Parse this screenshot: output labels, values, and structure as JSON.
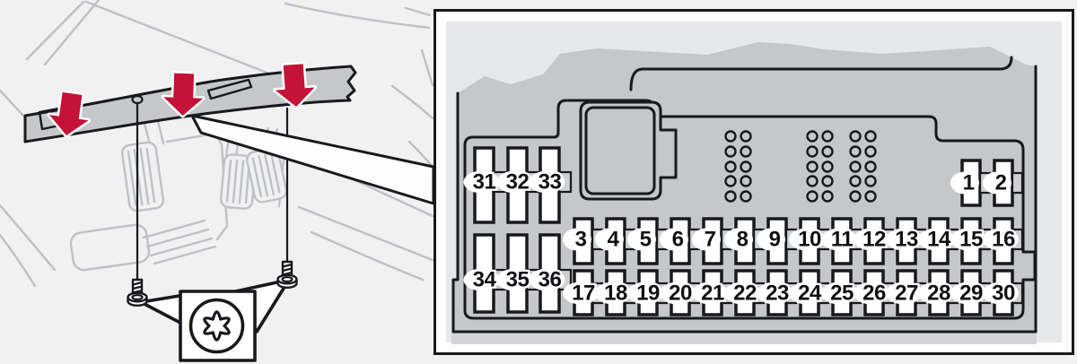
{
  "fusebox": {
    "side_top": [
      "31",
      "32",
      "33"
    ],
    "side_bottom": [
      "34",
      "35",
      "36"
    ],
    "top_right": [
      "1",
      "2"
    ],
    "middle_row": [
      "3",
      "4",
      "5",
      "6",
      "7",
      "8",
      "9",
      "10",
      "11",
      "12",
      "13",
      "14",
      "15",
      "16"
    ],
    "bottom_row": [
      "17",
      "18",
      "19",
      "20",
      "21",
      "22",
      "23",
      "24",
      "25",
      "26",
      "27",
      "28",
      "29",
      "30"
    ]
  },
  "icons": {
    "attention_arrow": "red-down-arrow",
    "screw": "torx-screw",
    "callout_symbol": "torx-star-bit",
    "terminal_holes": "connector-pin-holes"
  },
  "colors": {
    "arrow_red": "#c51237",
    "panel_gray": "#c5c7c9",
    "inner_bg": "#e7e8e9",
    "scene_bg": "#f1f1f2",
    "ink": "#17191c",
    "sketch": "#bec2c6",
    "lip_gray": "#d2d4d6",
    "tab_gray": "#ced0d2"
  }
}
